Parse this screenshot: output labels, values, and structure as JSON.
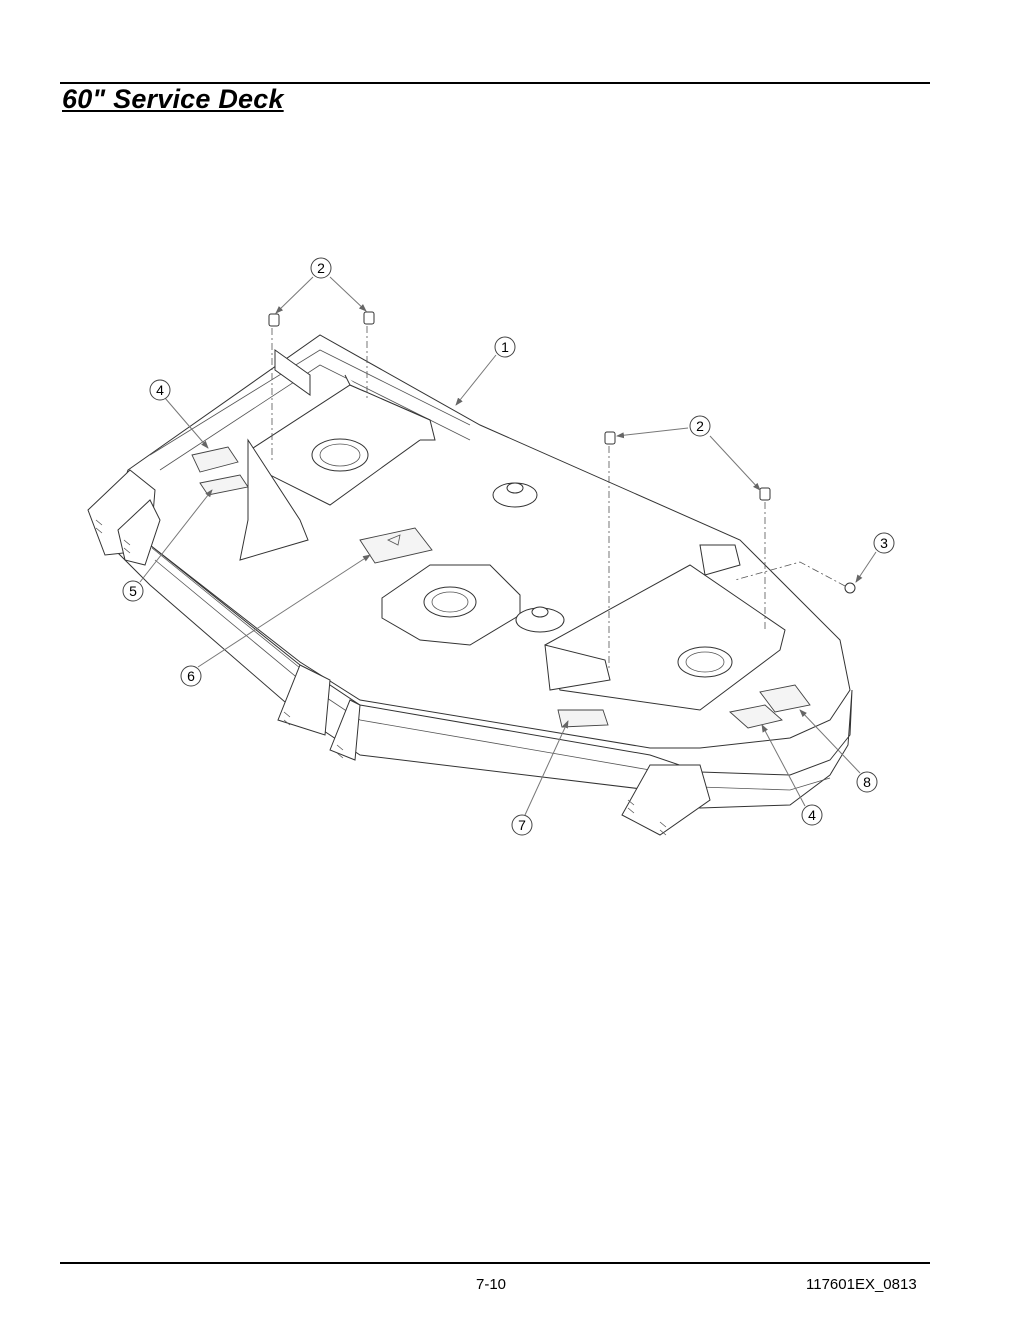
{
  "header": {
    "title": "60\" Service Deck"
  },
  "footer": {
    "page_number": "7-10",
    "doc_code": "117601EX_0813"
  },
  "callouts": [
    {
      "id": "c2a",
      "label": "2"
    },
    {
      "id": "c1",
      "label": "1"
    },
    {
      "id": "c4a",
      "label": "4"
    },
    {
      "id": "c2b",
      "label": "2"
    },
    {
      "id": "c3",
      "label": "3"
    },
    {
      "id": "c5",
      "label": "5"
    },
    {
      "id": "c6",
      "label": "6"
    },
    {
      "id": "c8",
      "label": "8"
    },
    {
      "id": "c7",
      "label": "7"
    },
    {
      "id": "c4b",
      "label": "4"
    }
  ]
}
